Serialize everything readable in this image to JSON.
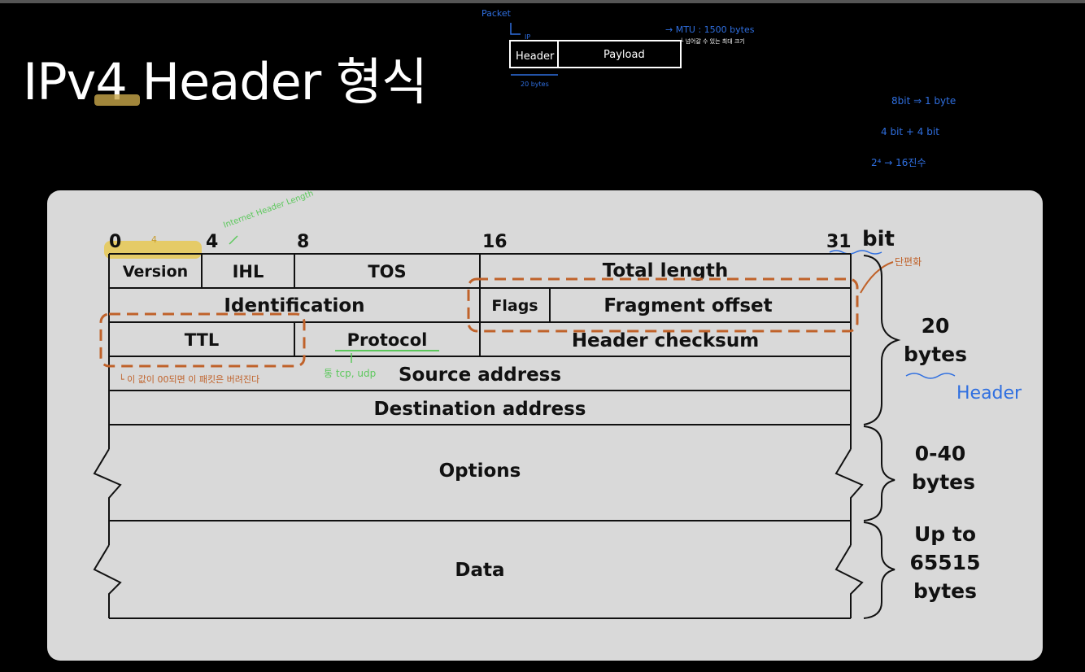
{
  "title": "IPv4 Header 형식",
  "sketch": {
    "packet": "Packet",
    "header_small": "Header",
    "payload": "Payload",
    "ip_label": "IP",
    "size": "20 bytes",
    "mtu": "→ MTU : 1500 bytes",
    "mtu_note": "└ 넘어갈 수 있는 최대 크기",
    "bits1": "8bit ⇒ 1 byte",
    "bits2": "4 bit + 4 bit",
    "bits3": "2⁴ → 16진수"
  },
  "bit_ticks": [
    "0",
    "4",
    "8",
    "16",
    "31"
  ],
  "bit_unit": "bit",
  "fields": {
    "version": "Version",
    "ihl": "IHL",
    "tos": "TOS",
    "total_length": "Total length",
    "identification": "Identification",
    "flags": "Flags",
    "fragment_offset": "Fragment offset",
    "ttl": "TTL",
    "protocol": "Protocol",
    "header_checksum": "Header checksum",
    "source": "Source address",
    "destination": "Destination address",
    "options": "Options",
    "data": "Data"
  },
  "sizes": {
    "header_num": "20",
    "header_unit": "bytes",
    "options_num": "0-40",
    "options_unit": "bytes",
    "data_l1": "Up to",
    "data_l2": "65515",
    "data_l3": "bytes"
  },
  "annotations": {
    "ihl_note": "Internet Header Length",
    "frag_note": "단편화",
    "ttl_note": "└ 이 값이 00되면 이 패킷은 버려진다",
    "protocol_note": "통 tcp, udp",
    "header_note": "Header",
    "bit_four": "4"
  },
  "colors": {
    "background": "#000000",
    "card": "#d9d9d9",
    "dash": "#c0622a",
    "note_blue": "#2f6fe0",
    "note_green": "#5cc85c",
    "highlight": "#e8c640"
  }
}
